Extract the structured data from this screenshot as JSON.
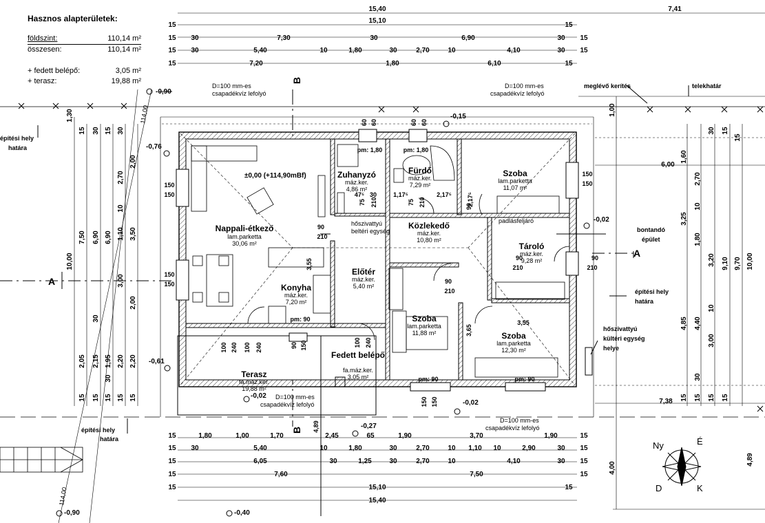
{
  "summary": {
    "title": "Hasznos alapterületek:",
    "rows": [
      {
        "label": "földszint:",
        "value": "110,14 m²"
      },
      {
        "label": "összesen:",
        "value": "110,14 m²"
      },
      {
        "label": "+ fedett belépő:",
        "value": "3,05 m²"
      },
      {
        "label": "+ terasz:",
        "value": "19,88 m²"
      }
    ]
  },
  "rooms": [
    {
      "name": "Nappali-étkező",
      "floor": "lam.parketta",
      "area": "30,06 m²"
    },
    {
      "name": "Zuhanyzó",
      "floor": "máz.ker.",
      "area": "4,86 m²"
    },
    {
      "name": "Fürdő",
      "floor": "máz.ker.",
      "area": "7,29 m²"
    },
    {
      "name": "Szoba",
      "floor": "lam.parketta",
      "area": "11,07 m²"
    },
    {
      "name": "Közlekedő",
      "floor": "máz.ker.",
      "area": "10,80 m²"
    },
    {
      "name": "Tároló",
      "floor": "máz.ker.",
      "area": "9,28 m²"
    },
    {
      "name": "Előtér",
      "floor": "máz.ker.",
      "area": "5,40 m²"
    },
    {
      "name": "Konyha",
      "floor": "máz.ker.",
      "area": "7,20 m²"
    },
    {
      "name": "Szoba",
      "floor": "lam.parketta",
      "area": "11,88 m²"
    },
    {
      "name": "Szoba",
      "floor": "lam.parketta",
      "area": "12,30 m²"
    },
    {
      "name": "Terasz",
      "floor": "fa.máz.ker.",
      "area": "19,88 m²"
    },
    {
      "name": "Fedett belépő",
      "floor": "fa.máz.ker.",
      "area": "3,05 m²"
    }
  ],
  "annotations": {
    "floor_level": "±0,00 (+114,90mBf)",
    "downpipe": "D=100 mm-es",
    "downpipe2": "csapadékvíz lefolyó",
    "fence": "meglévő kerítés",
    "plot_border": "telekhatár",
    "build_limit_1": "építési hely",
    "build_limit_2": "határa",
    "demolish_1": "bontandó",
    "demolish_2": "épület",
    "hp_indoor_1": "hőszivattyú",
    "hp_indoor_2": "beltéri egység",
    "hp_out_1": "hőszivattyú",
    "hp_out_2": "kültéri egység",
    "hp_out_3": "helye",
    "attic": "padlásfeljáró",
    "section_a": "A",
    "section_b": "B",
    "compass_n": "É",
    "compass_ny": "Ny",
    "compass_k": "K",
    "compass_d": "D"
  },
  "levels": [
    "-0,90",
    "-0,76",
    "-0,15",
    "-0,02",
    "-0,61",
    "-0,02",
    "-0,02",
    "-0,27",
    "-0,40",
    "-0,90"
  ],
  "contour": [
    "114,00",
    "114,00"
  ],
  "top_dims": {
    "r1": [
      "15,40",
      "7,41"
    ],
    "r2": [
      "15",
      "15,10",
      "15"
    ],
    "r3": [
      "15",
      "30",
      "7,30",
      "30",
      "6,90",
      "30",
      "15"
    ],
    "r4": [
      "15",
      "30",
      "5,40",
      "10",
      "1,80",
      "30",
      "2,70",
      "10",
      "4,10",
      "30",
      "15"
    ],
    "r5": [
      "15",
      "7,20",
      "1,80",
      "6,10",
      "15"
    ]
  },
  "bottom_dims": {
    "r1": [
      "15",
      "1,80",
      "1,00",
      "1,70",
      "2,45",
      "65",
      "1,90",
      "3,70",
      "1,90",
      "15"
    ],
    "r2": [
      "15",
      "30",
      "5,40",
      "10",
      "1,80",
      "30",
      "2,70",
      "10",
      "1,10",
      "10",
      "2,90",
      "30",
      "15"
    ],
    "r3": [
      "15",
      "6,05",
      "30",
      "1,25",
      "30",
      "2,70",
      "10",
      "4,10",
      "30",
      "15"
    ],
    "r4": [
      "15",
      "7,60",
      "7,50",
      "15"
    ],
    "r5": [
      "15",
      "15,10",
      "15"
    ],
    "r6": [
      "15,40"
    ]
  },
  "left_dims": [
    "1,30",
    "15",
    "30",
    "15",
    "7,50",
    "6,90",
    "6,90",
    "10,00",
    "2,00",
    "2,70",
    "10",
    "1,10",
    "3,50",
    "3,00",
    "2,00",
    "30",
    "2,05",
    "2,15",
    "1,95",
    "2,20",
    "2,20",
    "30",
    "15",
    "15",
    "15",
    "30",
    "15",
    "15"
  ],
  "right_dims": [
    "1,00",
    "6,00",
    "1,60",
    "2,70",
    "3,25",
    "1,80",
    "3,20",
    "9,10",
    "9,70",
    "10,00",
    "4,85",
    "4,40",
    "3,00",
    "10",
    "10",
    "30",
    "15",
    "15",
    "15",
    "15",
    "7,38",
    "4,00",
    "4,89",
    "15",
    "30",
    "15"
  ],
  "inner_dims": [
    "pm: 1,80",
    "pm: 1,80",
    "pm: 90",
    "pm: 90",
    "pm: 90",
    "150",
    "150",
    "150",
    "150",
    "150",
    "150",
    "90",
    "210",
    "90",
    "210",
    "90",
    "210",
    "90",
    "210",
    "75",
    "210",
    "75",
    "210",
    "47⁵",
    "30",
    "1,17⁵",
    "2,17⁵",
    "3,55",
    "3,55",
    "3,65",
    "2,17⁵",
    "60",
    "60",
    "60",
    "60",
    "100",
    "240",
    "100",
    "240",
    "90",
    "150",
    "100",
    "240",
    "150",
    "150",
    "4,89",
    "90"
  ]
}
